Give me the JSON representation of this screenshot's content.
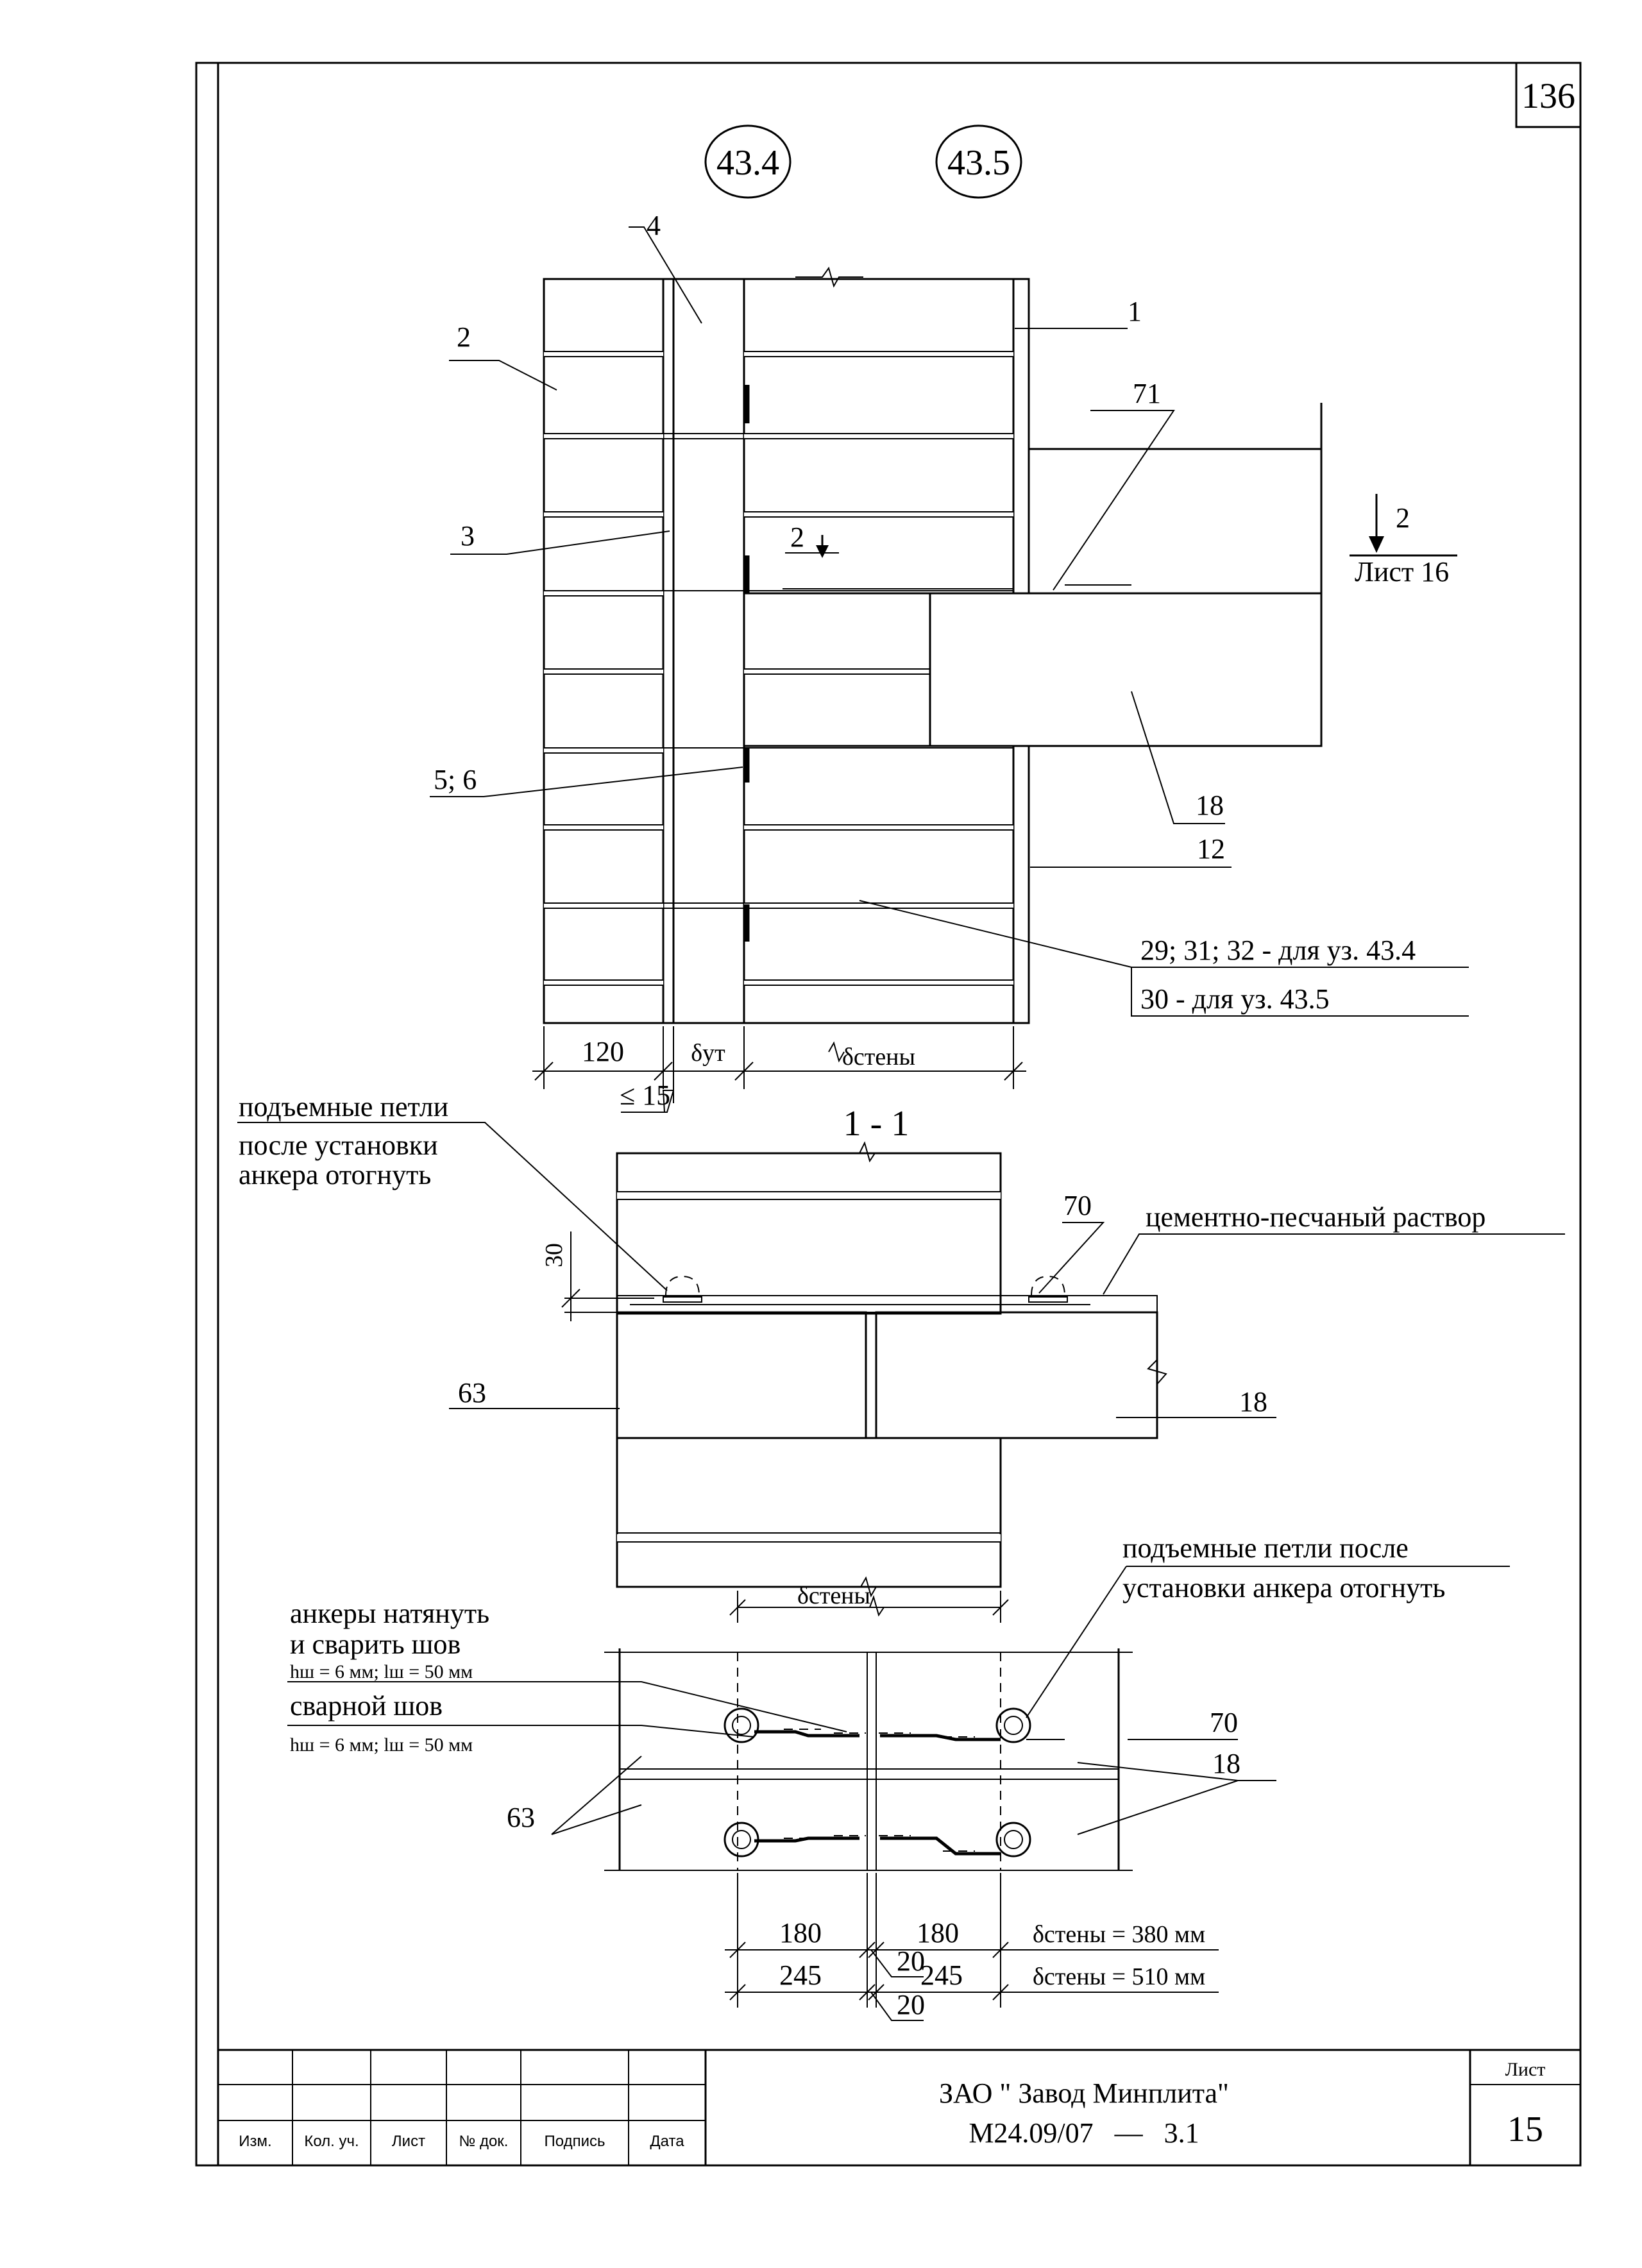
{
  "sheet_number": "136",
  "node_markers": [
    "43.4",
    "43.5"
  ],
  "callouts": {
    "c1": "1",
    "c2": "2",
    "c3": "3",
    "c4": "4",
    "c56": "5; 6",
    "c71": "71",
    "c18": "18",
    "c12": "12",
    "c29": "29; 31; 32 - для уз. 43.4",
    "c30": "30 - для уз. 43.5",
    "c63": "63",
    "c70": "70"
  },
  "section_ref": {
    "number": "2",
    "sheet": "Лист 16",
    "inline": "2"
  },
  "dimensions": {
    "d120": "120",
    "d_ut": "δут",
    "d_wall": "δстены",
    "d_le15": "≤ 15",
    "d30": "30",
    "d180a": "180",
    "d180b": "180",
    "d245a": "245",
    "d245b": "245",
    "d20a": "20",
    "d20b": "20",
    "wall380": "δстены = 380 мм",
    "wall510": "δстены = 510 мм"
  },
  "section_title": "1 - 1",
  "notes": {
    "lift_loops_1": "подъемные петли",
    "lift_loops_2": "после установки",
    "lift_loops_3": "анкера отогнуть",
    "mortar": "цементно-песчаный раствор",
    "plan_loops_1": "подъемные петли после",
    "plan_loops_2": "установки анкера отогнуть",
    "anchors_1": "анкеры натянуть",
    "anchors_2": "и сварить шов",
    "weld_params_1": "hш = 6 мм; lш = 50 мм",
    "weld": "сварной шов",
    "weld_params_2": "hш = 6 мм; lш = 50 мм"
  },
  "title_block": {
    "company": "ЗАО \" Завод Минплита\"",
    "code": "М24.09/07   —   3.1",
    "sheet_label": "Лист",
    "sheet_value": "15",
    "columns": [
      "Изм.",
      "Кол. уч.",
      "Лист",
      "№ док.",
      "Подпись",
      "Дата"
    ]
  }
}
